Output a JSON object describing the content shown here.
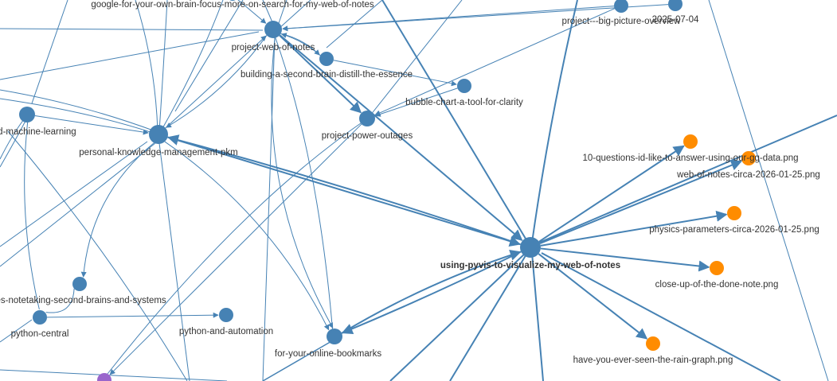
{
  "graph": {
    "colors": {
      "note": "#4682b4",
      "image": "#ff8c00",
      "other": "#9966cc",
      "edge": "#4682b4"
    },
    "nodes": [
      {
        "id": "google-brain",
        "label": "google-for-your-own-brain-focus-more-on-search-for-my-web-of-notes",
        "kind": "note"
      },
      {
        "id": "big-picture",
        "label": "project---big-picture-overview",
        "kind": "note"
      },
      {
        "id": "date",
        "label": "2025-07-04",
        "kind": "note"
      },
      {
        "id": "web-of-notes",
        "label": "project-web-of-notes",
        "kind": "note"
      },
      {
        "id": "second-brain",
        "label": "building-a-second-brain-distill-the-essence",
        "kind": "note"
      },
      {
        "id": "bubble-chart",
        "label": "bubble-chart-a-tool-for-clarity",
        "kind": "note"
      },
      {
        "id": "power-outages",
        "label": "project-power-outages",
        "kind": "note"
      },
      {
        "id": "machine-learning",
        "label": "and-machine-learning",
        "kind": "note"
      },
      {
        "id": "pkm",
        "label": "personal-knowledge-management-pkm",
        "kind": "note"
      },
      {
        "id": "questions",
        "label": "10-questions-id-like-to-answer-using-our-gg-data.png",
        "kind": "image"
      },
      {
        "id": "web-notes-png",
        "label": "web-of-notes-circa-2026-01-25.png",
        "kind": "image"
      },
      {
        "id": "physics",
        "label": "physics-parameters-circa-2026-01-25.png",
        "kind": "image"
      },
      {
        "id": "pyvis",
        "label": "using-pyvis-to-visualize-my-web-of-notes",
        "kind": "note"
      },
      {
        "id": "done-note",
        "label": "close-up-of-the-done-note.png",
        "kind": "image"
      },
      {
        "id": "notetaking",
        "label": "tes-notetaking-second-brains-and-systems",
        "kind": "note"
      },
      {
        "id": "python-central",
        "label": "python-central",
        "kind": "note"
      },
      {
        "id": "python-automation",
        "label": "python-and-automation",
        "kind": "note"
      },
      {
        "id": "bookmarks",
        "label": "for-your-online-bookmarks",
        "kind": "note"
      },
      {
        "id": "rain-graph",
        "label": "have-you-ever-seen-the-rain-graph.png",
        "kind": "image"
      },
      {
        "id": "purple",
        "label": "",
        "kind": "other"
      }
    ],
    "edges": [
      {
        "from": "pyvis",
        "to": "questions",
        "arrow": true
      },
      {
        "from": "pyvis",
        "to": "web-notes-png",
        "arrow": true
      },
      {
        "from": "pyvis",
        "to": "physics",
        "arrow": true
      },
      {
        "from": "pyvis",
        "to": "done-note",
        "arrow": true
      },
      {
        "from": "pyvis",
        "to": "rain-graph",
        "arrow": true
      },
      {
        "from": "pkm",
        "to": "pyvis",
        "arrow": true
      },
      {
        "from": "pyvis",
        "to": "pkm",
        "arrow": true
      },
      {
        "from": "web-of-notes",
        "to": "pyvis",
        "arrow": true
      },
      {
        "from": "bookmarks",
        "to": "pyvis",
        "arrow": true
      },
      {
        "from": "pyvis",
        "to": "bookmarks",
        "arrow": true
      },
      {
        "from": "big-picture",
        "to": "web-of-notes",
        "arrow": true
      },
      {
        "from": "date",
        "to": "web-of-notes",
        "arrow": true
      },
      {
        "from": "second-brain",
        "to": "web-of-notes",
        "arrow": true
      },
      {
        "from": "web-of-notes",
        "to": "second-brain",
        "arrow": true
      },
      {
        "from": "web-of-notes",
        "to": "power-outages",
        "arrow": true
      },
      {
        "from": "bubble-chart",
        "to": "power-outages",
        "arrow": true
      },
      {
        "from": "second-brain",
        "to": "bubble-chart",
        "arrow": true
      },
      {
        "from": "pkm",
        "to": "web-of-notes",
        "arrow": true
      },
      {
        "from": "machine-learning",
        "to": "pkm",
        "arrow": true
      },
      {
        "from": "pkm",
        "to": "notetaking",
        "arrow": true
      },
      {
        "from": "python-central",
        "to": "python-automation",
        "arrow": true
      },
      {
        "from": "pkm",
        "to": "bookmarks",
        "arrow": true
      },
      {
        "from": "power-outages",
        "to": "purple",
        "arrow": true
      },
      {
        "from": "notetaking",
        "to": "python-central",
        "arrow": false
      },
      {
        "from": "machine-learning",
        "to": "python-central",
        "arrow": false
      },
      {
        "from": "web-of-notes",
        "to": "bookmarks",
        "arrow": true
      },
      {
        "from": "big-picture",
        "to": "power-outages",
        "arrow": true
      },
      {
        "from": "web-of-notes",
        "to": "pkm",
        "arrow": true
      },
      {
        "from": "google-brain",
        "to": "web-of-notes",
        "arrow": true
      }
    ]
  }
}
